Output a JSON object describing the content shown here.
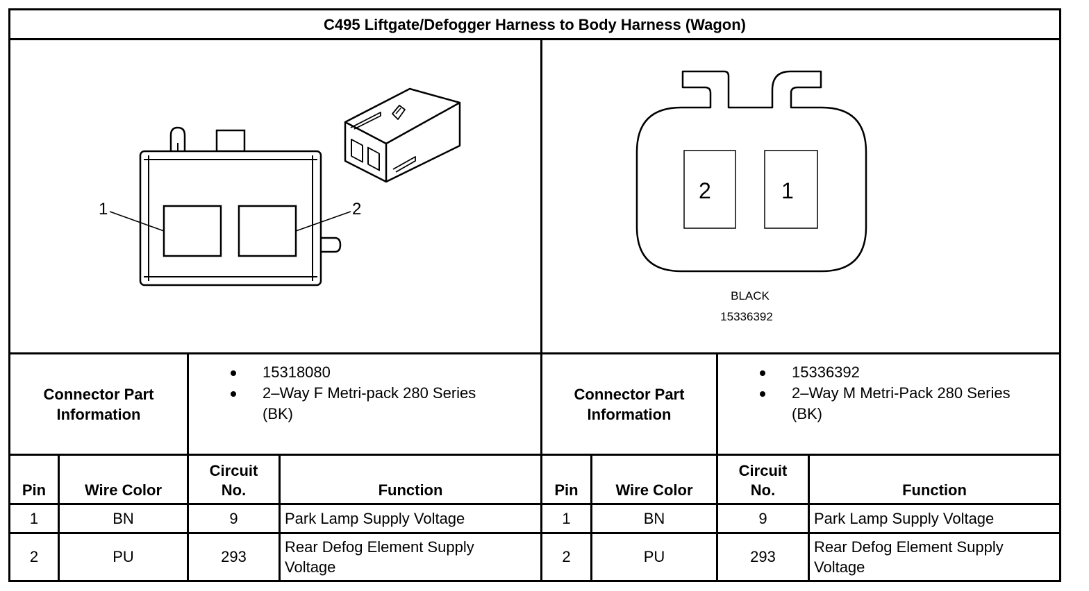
{
  "title": "C495 Liftgate/Defogger Harness to Body Harness (Wagon)",
  "left_view": {
    "pin_labels": [
      "1",
      "2"
    ]
  },
  "right_view": {
    "cavity_labels": [
      "2",
      "1"
    ],
    "color_label": "BLACK",
    "part_label": "15336392"
  },
  "left_info": {
    "label": "Connector Part Information",
    "items": [
      "15318080",
      "2–Way F Metri-pack 280 Series (BK)"
    ]
  },
  "right_info": {
    "label": "Connector Part Information",
    "items": [
      "15336392",
      "2–Way M Metri-Pack 280 Series (BK)"
    ]
  },
  "table_headers": {
    "pin": "Pin",
    "wire_color": "Wire Color",
    "circuit": "Circuit No.",
    "function": "Function"
  },
  "left_rows": [
    {
      "pin": "1",
      "wire": "BN",
      "circuit": "9",
      "function": "Park Lamp Supply Voltage"
    },
    {
      "pin": "2",
      "wire": "PU",
      "circuit": "293",
      "function": "Rear Defog Element Supply Voltage"
    }
  ],
  "right_rows": [
    {
      "pin": "1",
      "wire": "BN",
      "circuit": "9",
      "function": "Park Lamp Supply Voltage"
    },
    {
      "pin": "2",
      "wire": "PU",
      "circuit": "293",
      "function": "Rear Defog Element Supply Voltage"
    }
  ]
}
